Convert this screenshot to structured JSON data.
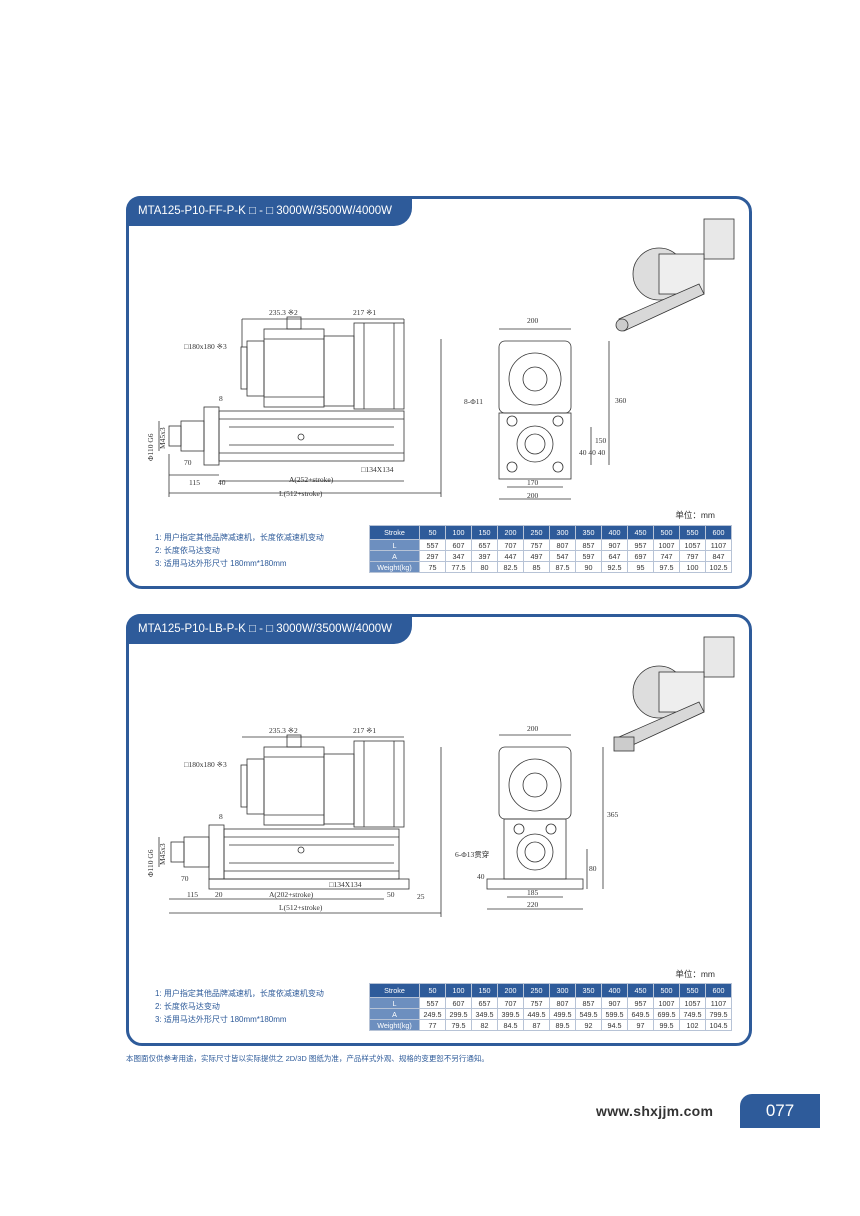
{
  "panels": [
    {
      "title": "MTA125-P10-FF-P-K □ - □ 3000W/3500W/4000W",
      "unit": "单位：mm",
      "dims": {
        "top_left": "235.3 ※2",
        "top_right": "217 ※1",
        "motor_square": "□180x180 ※3",
        "d1": "Φ110 G6",
        "d2": "M45x3",
        "eight": "8",
        "seventy": "70",
        "a": "A(252+stroke)",
        "l": "L(512+stroke)",
        "l115": "115",
        "l40": "40",
        "profile": "□134X134",
        "front_top": "200",
        "front_h": "360",
        "holes": "8-Φ11",
        "spacing": "40  40  40",
        "h150": "150",
        "b170": "170",
        "b200": "200"
      },
      "notes": [
        "1: 用户指定其他品牌减速机，长度依减速机变动",
        "2: 长度依马达变动",
        "3: 适用马达外形尺寸 180mm*180mm"
      ],
      "table": {
        "header": [
          "Stroke",
          "50",
          "100",
          "150",
          "200",
          "250",
          "300",
          "350",
          "400",
          "450",
          "500",
          "550",
          "600"
        ],
        "rows": [
          [
            "L",
            "557",
            "607",
            "657",
            "707",
            "757",
            "807",
            "857",
            "907",
            "957",
            "1007",
            "1057",
            "1107"
          ],
          [
            "A",
            "297",
            "347",
            "397",
            "447",
            "497",
            "547",
            "597",
            "647",
            "697",
            "747",
            "797",
            "847"
          ],
          [
            "Weight(kg)",
            "75",
            "77.5",
            "80",
            "82.5",
            "85",
            "87.5",
            "90",
            "92.5",
            "95",
            "97.5",
            "100",
            "102.5"
          ]
        ]
      }
    },
    {
      "title": "MTA125-P10-LB-P-K □ - □ 3000W/3500W/4000W",
      "unit": "单位：mm",
      "dims": {
        "top_left": "235.3 ※2",
        "top_right": "217 ※1",
        "motor_square": "□180x180 ※3",
        "d1": "Φ110 G6",
        "d2": "M45x3",
        "eight": "8",
        "seventy": "70",
        "a": "A(202+stroke)",
        "l": "L(512+stroke)",
        "l115": "115",
        "l20": "20",
        "l50": "50",
        "h25": "25",
        "profile": "□134X134",
        "front_top": "200",
        "front_h": "365",
        "holes": "6-Φ13贯穿",
        "h40": "40",
        "h80": "80",
        "b185": "185",
        "b220": "220"
      },
      "notes": [
        "1: 用户指定其他品牌减速机，长度依减速机变动",
        "2: 长度依马达变动",
        "3: 适用马达外形尺寸 180mm*180mm"
      ],
      "table": {
        "header": [
          "Stroke",
          "50",
          "100",
          "150",
          "200",
          "250",
          "300",
          "350",
          "400",
          "450",
          "500",
          "550",
          "600"
        ],
        "rows": [
          [
            "L",
            "557",
            "607",
            "657",
            "707",
            "757",
            "807",
            "857",
            "907",
            "957",
            "1007",
            "1057",
            "1107"
          ],
          [
            "A",
            "249.5",
            "299.5",
            "349.5",
            "399.5",
            "449.5",
            "499.5",
            "549.5",
            "599.5",
            "649.5",
            "699.5",
            "749.5",
            "799.5"
          ],
          [
            "Weight(kg)",
            "77",
            "79.5",
            "82",
            "84.5",
            "87",
            "89.5",
            "92",
            "94.5",
            "97",
            "99.5",
            "102",
            "104.5"
          ]
        ]
      }
    }
  ],
  "disclaimer": "本图面仅供参考用途，实际尺寸皆以实际提供之 2D/3D 图纸为准，产品样式外观、规格的变更恕不另行通知。",
  "website": "www.shxjjm.com",
  "page_number": "077"
}
